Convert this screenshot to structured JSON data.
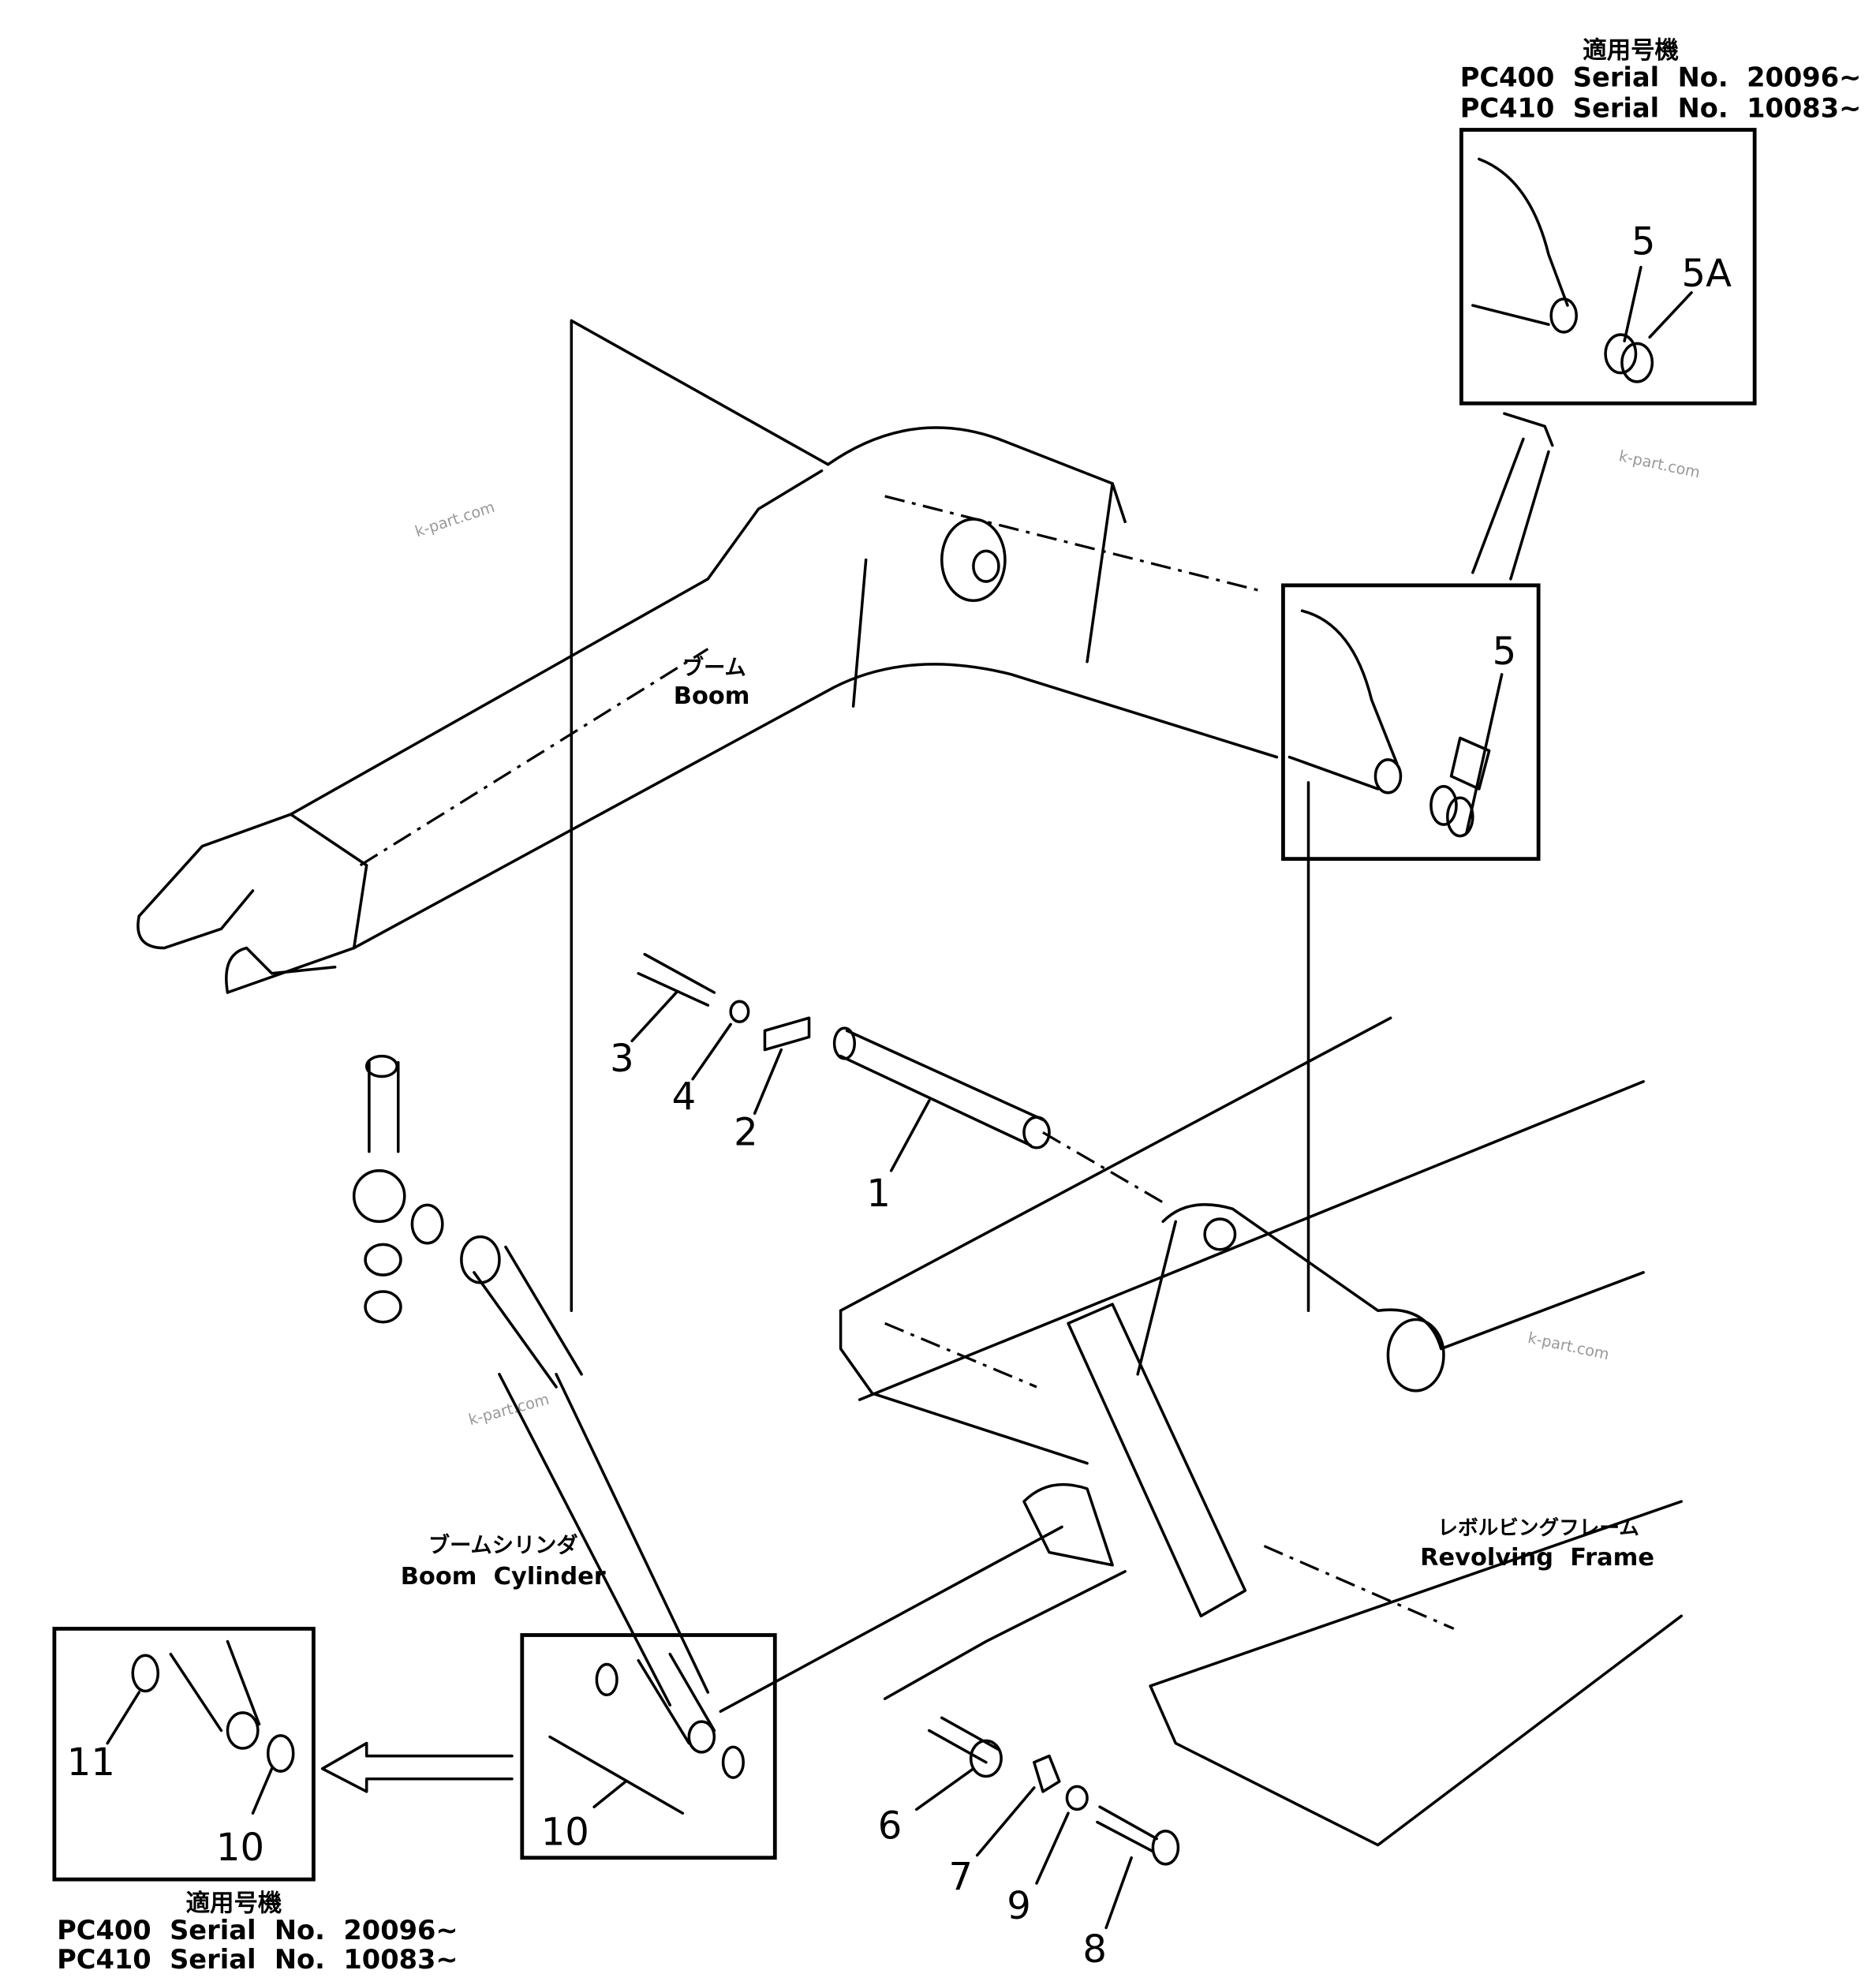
{
  "serial_note_top": {
    "heading": "適用号機",
    "lines": [
      "PC400  Serial  No.  20096~",
      "PC410  Serial  No.  10083~"
    ]
  },
  "serial_note_bottom": {
    "heading": "適用号機",
    "lines": [
      "PC400  Serial  No.  20096~",
      "PC410  Serial  No.  10083~"
    ]
  },
  "labels": {
    "boom_jp": "ブーム",
    "boom_en": "Boom",
    "cylinder_jp": "ブームシリンダ",
    "cylinder_en": "Boom  Cylinder",
    "frame_jp": "レボルビングフレーム",
    "frame_en": "Revolving  Frame"
  },
  "callouts": {
    "p1": "1",
    "p2": "2",
    "p3": "3",
    "p4": "4",
    "p5": "5",
    "p5b": "5",
    "p5a": "5A",
    "p6": "6",
    "p7": "7",
    "p8": "8",
    "p9": "9",
    "p10": "10",
    "p10b": "10",
    "p11": "11"
  },
  "watermark": "k-part.com"
}
